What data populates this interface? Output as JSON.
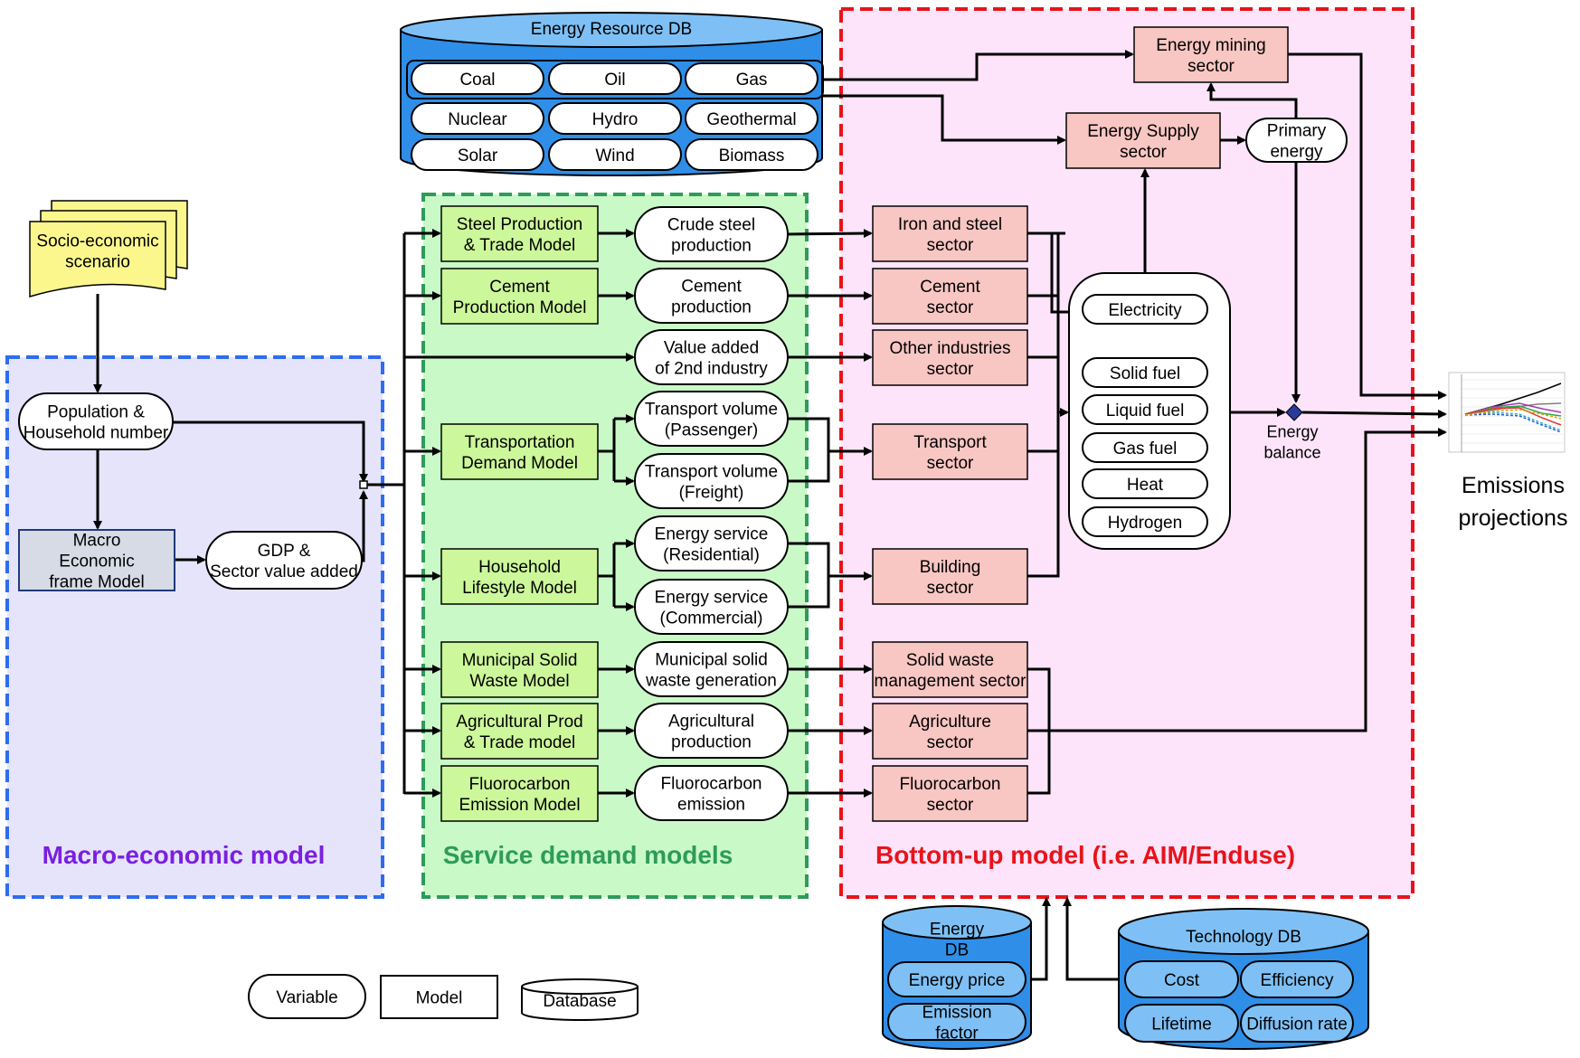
{
  "regions": {
    "macro": {
      "title": "Macro-economic model",
      "color": "#7b1fe0"
    },
    "service": {
      "title": "Service demand models",
      "color": "#2e9b5a"
    },
    "bottomup": {
      "title": "Bottom-up  model (i.e. AIM/Enduse)",
      "color": "#e8131a"
    }
  },
  "energy_resource_db": {
    "title": "Energy Resource DB",
    "items": [
      "Coal",
      "Oil",
      "Gas",
      "Nuclear",
      "Hydro",
      "Geothermal",
      "Solar",
      "Wind",
      "Biomass"
    ]
  },
  "scenario": [
    "Socio-economic",
    "scenario"
  ],
  "macro_nodes": {
    "population": [
      "Population  &",
      "Household  number"
    ],
    "macro_model": [
      "Macro",
      "Economic",
      "frame Model"
    ],
    "gdp": [
      "GDP  &",
      "Sector value  added"
    ]
  },
  "service_models": [
    [
      "Steel Production",
      "& Trade Model"
    ],
    [
      "Cement",
      "Production Model"
    ],
    [
      "Transportation",
      "Demand Model"
    ],
    [
      "Household",
      "Lifestyle Model"
    ],
    [
      "Municipal Solid",
      "Waste Model"
    ],
    [
      "Agricultural  Prod",
      "& Trade model"
    ],
    [
      "Fluorocarbon",
      "Emission Model"
    ]
  ],
  "service_variables": [
    [
      "Crude steel",
      "production"
    ],
    [
      "Cement",
      "production"
    ],
    [
      "Value added",
      "of 2nd industry"
    ],
    [
      "Transport volume",
      "(Passenger)"
    ],
    [
      "Transport volume",
      "(Freight)"
    ],
    [
      "Energy service",
      "(Residential)"
    ],
    [
      "Energy service",
      "(Commercial)"
    ],
    [
      "Municipal solid",
      "waste generation"
    ],
    [
      "Agricultural",
      "production"
    ],
    [
      "Fluorocarbon",
      "emission"
    ]
  ],
  "sectors": [
    [
      "Iron and steel",
      "sector"
    ],
    [
      "Cement",
      "sector"
    ],
    [
      "Other industries",
      "sector"
    ],
    [
      "Transport",
      "sector"
    ],
    [
      "Building",
      "sector"
    ],
    [
      "Solid waste",
      "management  sector"
    ],
    [
      "Agriculture",
      "sector"
    ],
    [
      "Fluorocarbon",
      "sector"
    ]
  ],
  "energy_sectors": {
    "mining": [
      "Energy mining",
      "sector"
    ],
    "supply": [
      "Energy Supply",
      "sector"
    ],
    "primary": [
      "Primary",
      "energy"
    ],
    "balance": [
      "Energy",
      "balance"
    ]
  },
  "fuels": [
    "Electricity",
    "Solid fuel",
    "Liquid fuel",
    "Gas fuel",
    "Heat",
    "Hydrogen"
  ],
  "emissions": [
    "Emissions",
    "projections"
  ],
  "energy_db": {
    "title": [
      "Energy",
      "DB"
    ],
    "items": [
      [
        "Energy price"
      ],
      [
        "Emission",
        "factor"
      ]
    ]
  },
  "technology_db": {
    "title": "Technology  DB",
    "items": [
      "Cost",
      "Efficiency",
      "Lifetime",
      "Diffusion rate"
    ]
  },
  "legend": {
    "variable": "Variable",
    "model": "Model",
    "database": "Database"
  },
  "colors": {
    "db_blue": "#2f8ee8",
    "db_top": "#7ec0f5",
    "model_green": "#ccf79a",
    "sector_pink": "#f8c6c3",
    "scenario_yellow": "#fbf78c",
    "macro_bg": "#e5e4fb",
    "service_bg": "#c9f9c7",
    "bottomup_bg": "#fde4fa",
    "macro_model_fill": "#d6dbe6"
  },
  "emissions_chart_series_colors": [
    "#000000",
    "#7f7f7f",
    "#a33ab0",
    "#2aa84a",
    "#e23c3c",
    "#1fb2c6",
    "#2d5bd8",
    "#d9a400"
  ]
}
